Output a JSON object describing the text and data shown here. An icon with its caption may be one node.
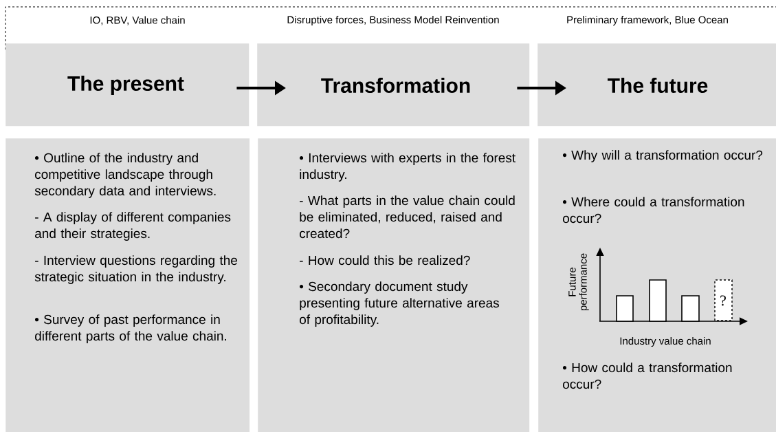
{
  "diagram": {
    "nodes": [
      {
        "text": [
          "The present"
        ],
        "beside": [
          "IO, RBV, Value chain"
        ]
      },
      {
        "text": [
          "Transformation"
        ],
        "beside": [
          "Disruptive forces, Business Model Reinvention"
        ]
      },
      {
        "text": [
          "The future"
        ],
        "beside": [
          "Preliminary framework, Blue Ocean"
        ]
      },
      {
        "text": [
          "• Outline of the industry and competitive landscape through secondary data and interviews.",
          "- A display of different companies and their strategies.",
          "- Interview questions regarding the strategic situation in the industry.",
          "• Survey of past performance in different parts of the value chain."
        ]
      },
      {
        "text": [
          "• Interviews with experts in the forest industry.",
          "- What parts in the value chain could be eliminated, reduced, raised and created?",
          "- How could this be realized?",
          "• Secondary document study presenting future alternative areas of profitability."
        ]
      },
      {
        "text": [
          "• Why will a transformation occur?",
          "• Where could a transformation occur?",
          "• How could a transformation occur?"
        ]
      }
    ],
    "edges": [
      {
        "from": 0,
        "to": 1,
        "arrow": "to"
      },
      {
        "from": 1,
        "to": 2,
        "arrow": "to"
      }
    ],
    "labels": [
      "Future performance",
      "?",
      "Industry value chain"
    ]
  }
}
